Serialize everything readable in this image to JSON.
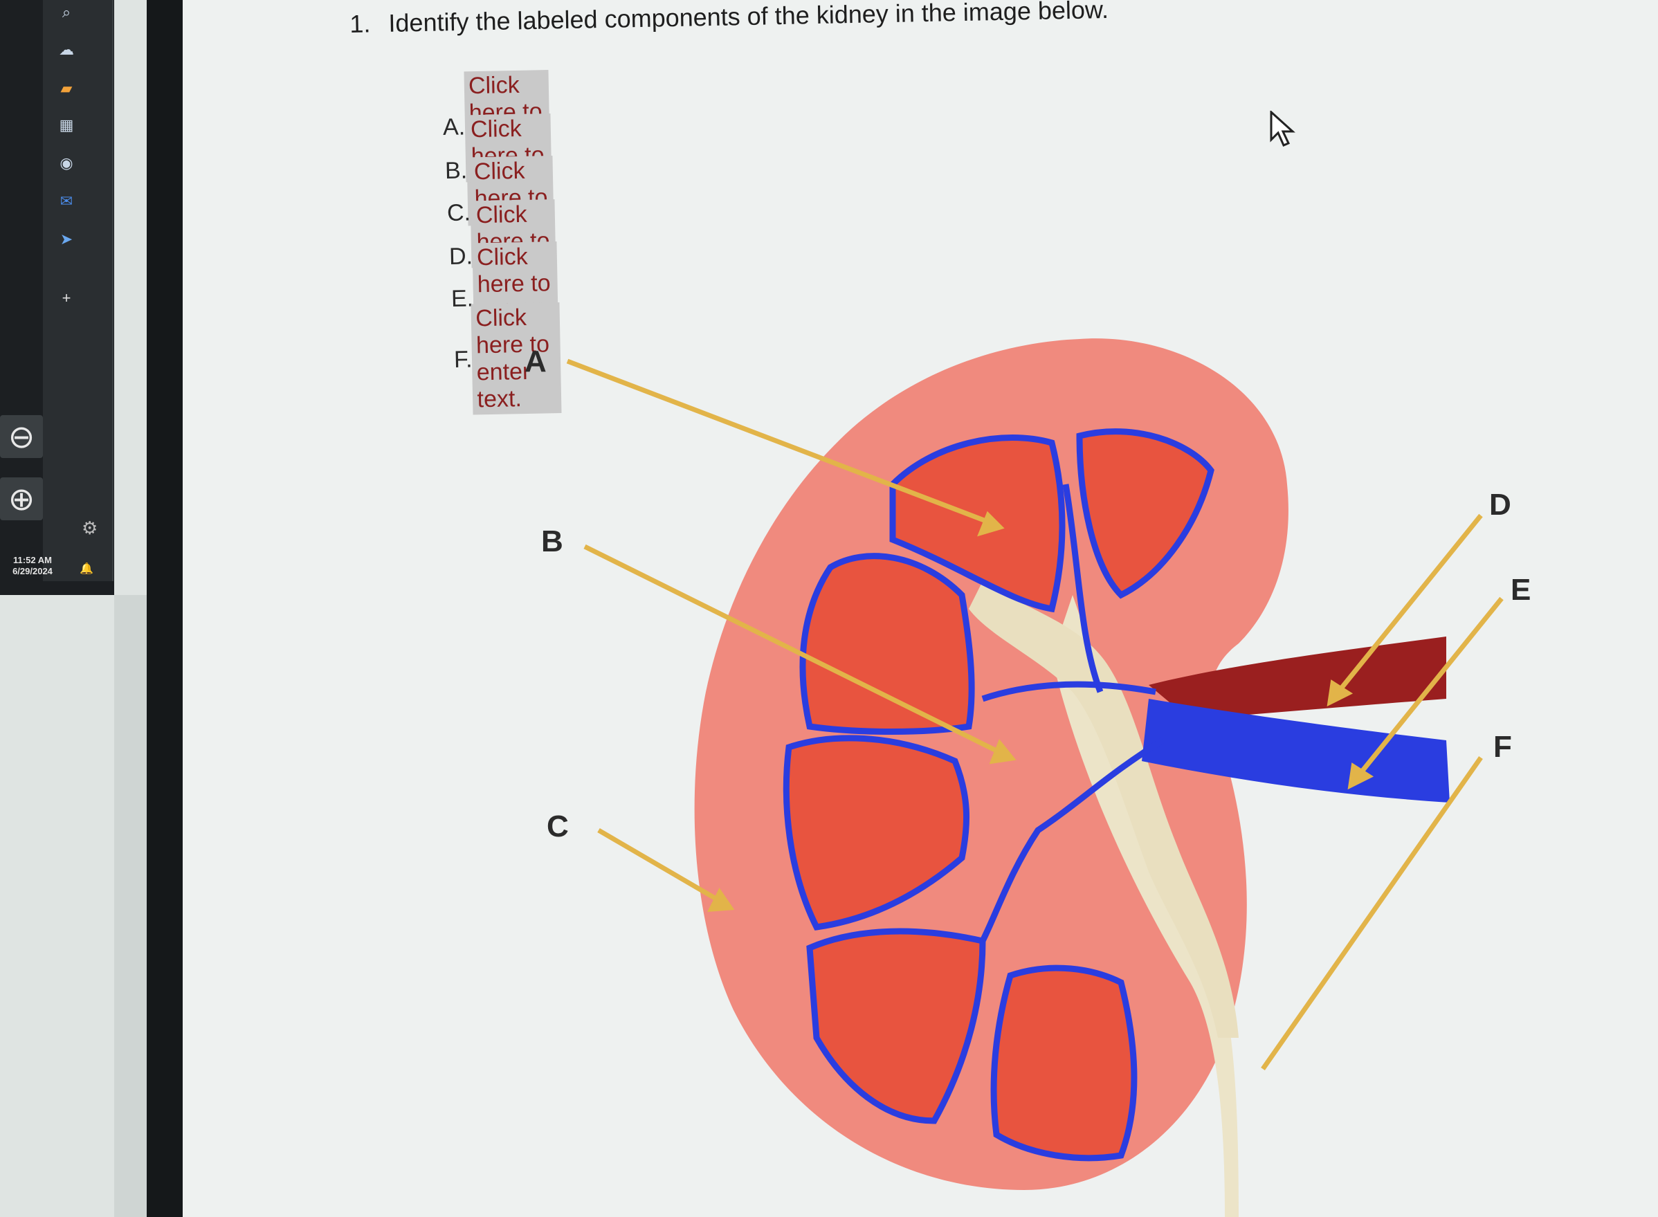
{
  "taskbar": {
    "time": "11:52 AM",
    "date": "6/29/2024",
    "icons": [
      "search-icon",
      "cloud-icon",
      "folder-icon",
      "app-icon",
      "chrome-icon",
      "mail-icon",
      "send-icon",
      "plus-icon"
    ],
    "zoom_out_icon": "zoom-out-icon",
    "zoom_in_icon": "zoom-in-icon",
    "settings_icon": "gear-icon"
  },
  "question": {
    "number": "1.",
    "text": "Identify the labeled components of the kidney in the image below."
  },
  "answers": [
    {
      "letter": "A.",
      "placeholder": "Click here to enter text."
    },
    {
      "letter": "B.",
      "placeholder": "Click here to enter text."
    },
    {
      "letter": "C.",
      "placeholder": "Click here to enter text."
    },
    {
      "letter": "D.",
      "placeholder": "Click here to enter text."
    },
    {
      "letter": "E.",
      "placeholder": "Click here to enter text."
    },
    {
      "letter": "F.",
      "placeholder": "Click here to enter text."
    }
  ],
  "diagram": {
    "labels": [
      "A",
      "B",
      "C",
      "D",
      "E",
      "F"
    ],
    "colors": {
      "cortex": "#f08a7e",
      "pyramid": "#e8543f",
      "vein": "#2a3de0",
      "artery": "#9a1f1f",
      "ureter": "#ece4c8",
      "arrow": "#e2b449"
    }
  }
}
